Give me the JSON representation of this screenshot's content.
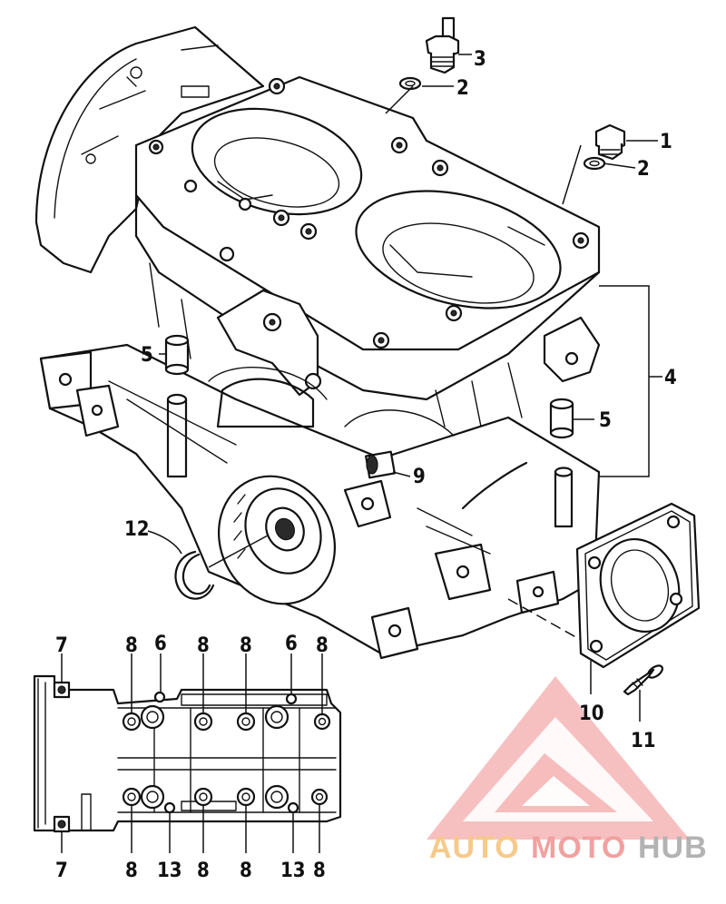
{
  "callouts": {
    "c1": "1",
    "c2a": "2",
    "c2b": "2",
    "c3": "3",
    "c4": "4",
    "c5a": "5",
    "c5b": "5",
    "c9": "9",
    "c10": "10",
    "c11": "11",
    "c12": "12",
    "c7a": "7",
    "c7b": "7",
    "t8a": "8",
    "t6a": "6",
    "t8b": "8",
    "t8c": "8",
    "t6b": "6",
    "t8d": "8",
    "b8a": "8",
    "b13a": "13",
    "b8b": "8",
    "b8c": "8",
    "b13b": "13",
    "b8d": "8"
  },
  "watermark": {
    "part1": "AUTO",
    "part2": "MOTO",
    "part3": "HUB",
    "colors": {
      "red": "#f2a0a0",
      "orange": "#f7c98a",
      "gray": "#b3b3b3"
    }
  }
}
